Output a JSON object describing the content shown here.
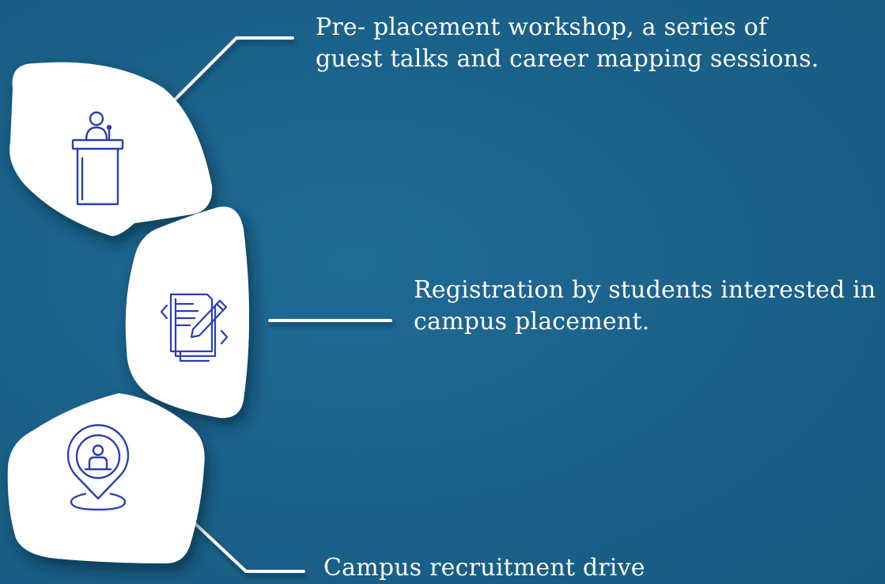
{
  "steps": [
    {
      "lines": [
        "Pre- placement workshop, a series of",
        "guest talks and career mapping sessions."
      ],
      "icon": "podium-speaker-icon"
    },
    {
      "lines": [
        "Registration by students interested in",
        "campus placement."
      ],
      "icon": "document-pen-icon"
    },
    {
      "lines": [
        "Campus recruitment drive"
      ],
      "icon": "location-pin-person-icon"
    }
  ],
  "colors": {
    "background": "#1c6690",
    "card": "#ffffff",
    "icon": "#2a3fb5",
    "connector": "#ffffff",
    "text": "#ffffff"
  }
}
